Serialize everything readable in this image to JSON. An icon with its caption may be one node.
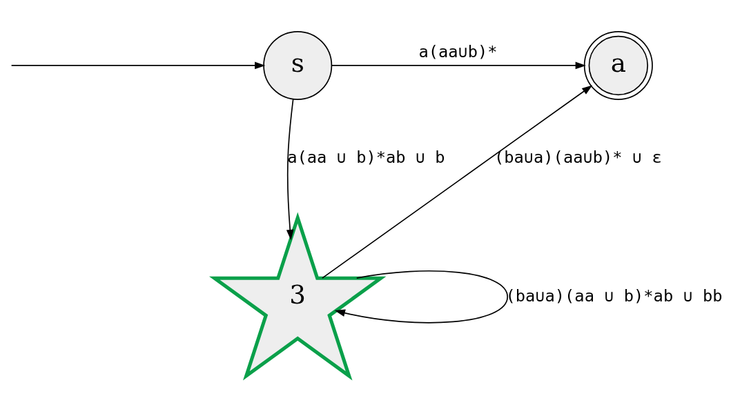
{
  "diagram": {
    "nodes": [
      {
        "text": [
          "s"
        ]
      },
      {
        "text": [
          "a"
        ]
      },
      {
        "text": [
          "3"
        ]
      }
    ],
    "edges": [
      {
        "from": null,
        "to": 0,
        "arrow": "to"
      },
      {
        "from": 0,
        "to": 1,
        "arrow": "to",
        "label": "a(aa∪b)*"
      },
      {
        "from": 0,
        "to": 2,
        "arrow": "to",
        "label": "a(aa ∪ b)*ab ∪ b"
      },
      {
        "from": 2,
        "to": 1,
        "arrow": "to",
        "label": "(ba∪a)(aa∪b)* ∪ ε"
      },
      {
        "from": 2,
        "to": 2,
        "arrow": "to",
        "label": "(ba∪a)(aa ∪ b)*ab ∪ bb"
      }
    ]
  }
}
